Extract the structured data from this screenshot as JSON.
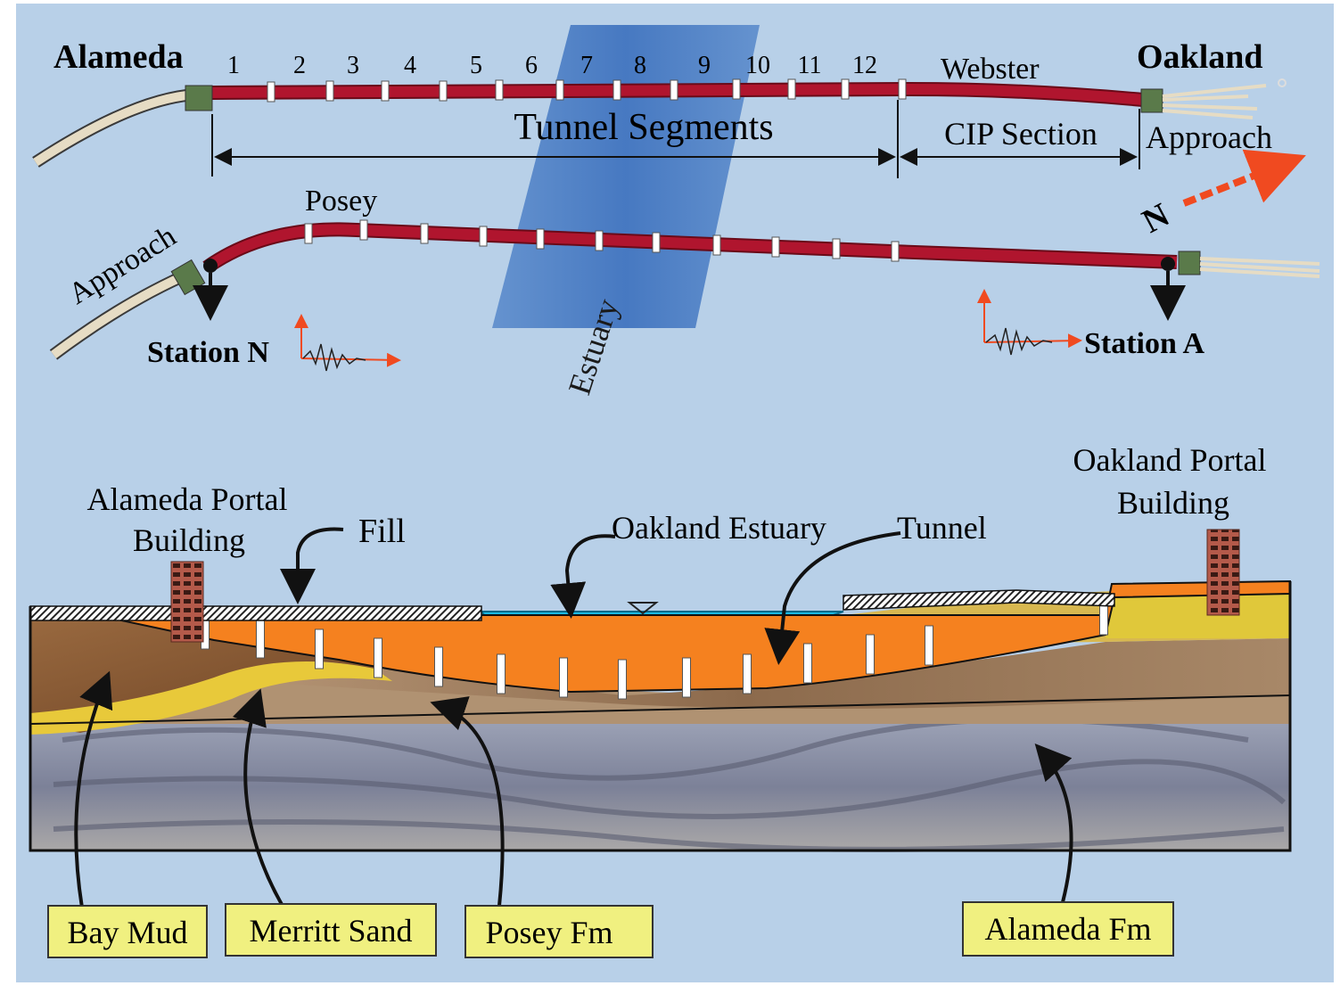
{
  "plan": {
    "west_end": "Alameda",
    "east_end": "Oakland",
    "segment_numbers": [
      "1",
      "2",
      "3",
      "4",
      "5",
      "6",
      "7",
      "8",
      "9",
      "10",
      "11",
      "12"
    ],
    "webster_label": "Webster",
    "posey_label": "Posey",
    "tunnel_segments_label": "Tunnel Segments",
    "cip_section_label": "CIP Section",
    "approach_east_label": "Approach",
    "approach_west_label": "Approach",
    "north_label": "N",
    "estuary_label": "Estuary",
    "station_n_label": "Station N",
    "station_a_label": "Station A"
  },
  "section": {
    "alameda_portal_label_line1": "Alameda Portal",
    "alameda_portal_label_line2": "Building",
    "oakland_portal_label_line1": "Oakland Portal",
    "oakland_portal_label_line2": "Building",
    "fill_label": "Fill",
    "estuary_label": "Oakland Estuary",
    "tunnel_label": "Tunnel"
  },
  "legend": {
    "bay_mud": "Bay Mud",
    "merritt_sand": "Merritt Sand",
    "posey_fm": "Posey Fm",
    "alameda_fm": "Alameda Fm"
  },
  "colors": {
    "background": "#b8d0e8",
    "tube": "#b0152e",
    "approach_tube": "#e6dcc4",
    "estuary_band": "#4f7fc4",
    "water": "#1ab8e0",
    "tunnel_orange": "#f5811f",
    "fill_layer": "#7a4a28",
    "bay_mud": "#8a5a34",
    "merritt_sand": "#e8c93a",
    "posey_fm": "#a08060",
    "alameda_fm": "#8b92a8",
    "label_box": "#f0f080",
    "seismic_arrow": "#f04a20"
  }
}
